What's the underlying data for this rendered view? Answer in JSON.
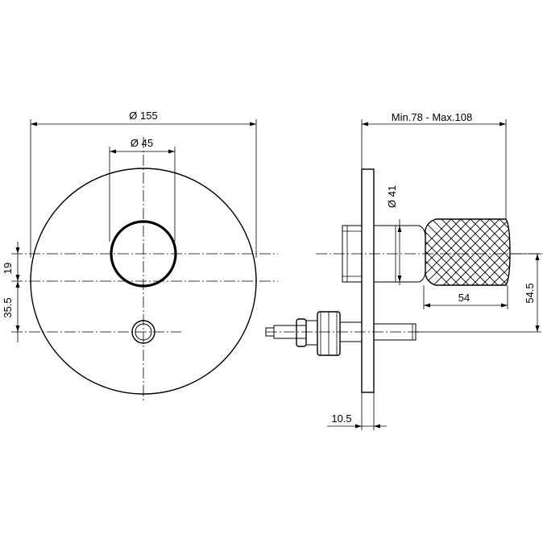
{
  "front_view": {
    "dim_outer_diameter": "Ø 155",
    "dim_inner_diameter": "Ø 45",
    "dim_offset_19": "19",
    "dim_offset_35_5": "35.5"
  },
  "side_view": {
    "dim_depth_range": "Min.78 - Max.108",
    "dim_handle_diameter": "Ø 41",
    "dim_handle_length": "54",
    "dim_height_54_5": "54.5",
    "dim_plate_10_5": "10.5"
  }
}
